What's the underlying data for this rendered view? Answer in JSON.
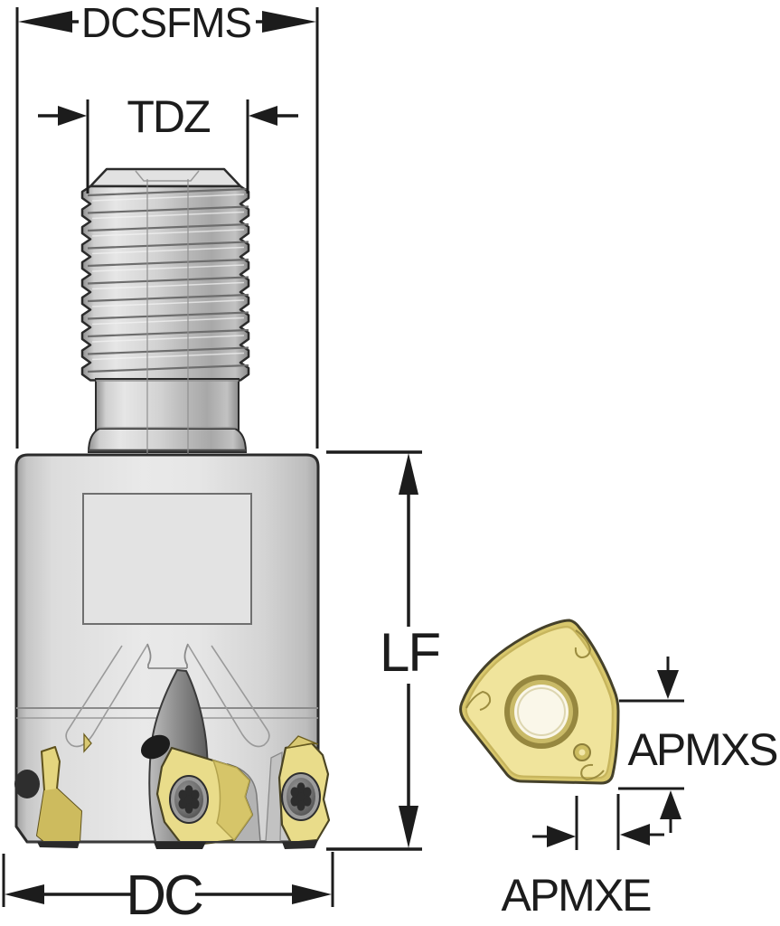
{
  "page": {
    "background": "#ffffff",
    "kind": "technical dimension drawing of an indexable milling cutter with screw-on adaption and a trigon insert detail view"
  },
  "drawing": {
    "line_color": "#1c1c1c",
    "steel_color": "#e6e6e6",
    "insert_color": "#ecdf93"
  },
  "labels": {
    "dcsfms": "DCSFMS",
    "tdz": "TDZ",
    "lf": "LF",
    "dc": "DC",
    "apmxs": "APMXS",
    "apmxe": "APMXE"
  }
}
